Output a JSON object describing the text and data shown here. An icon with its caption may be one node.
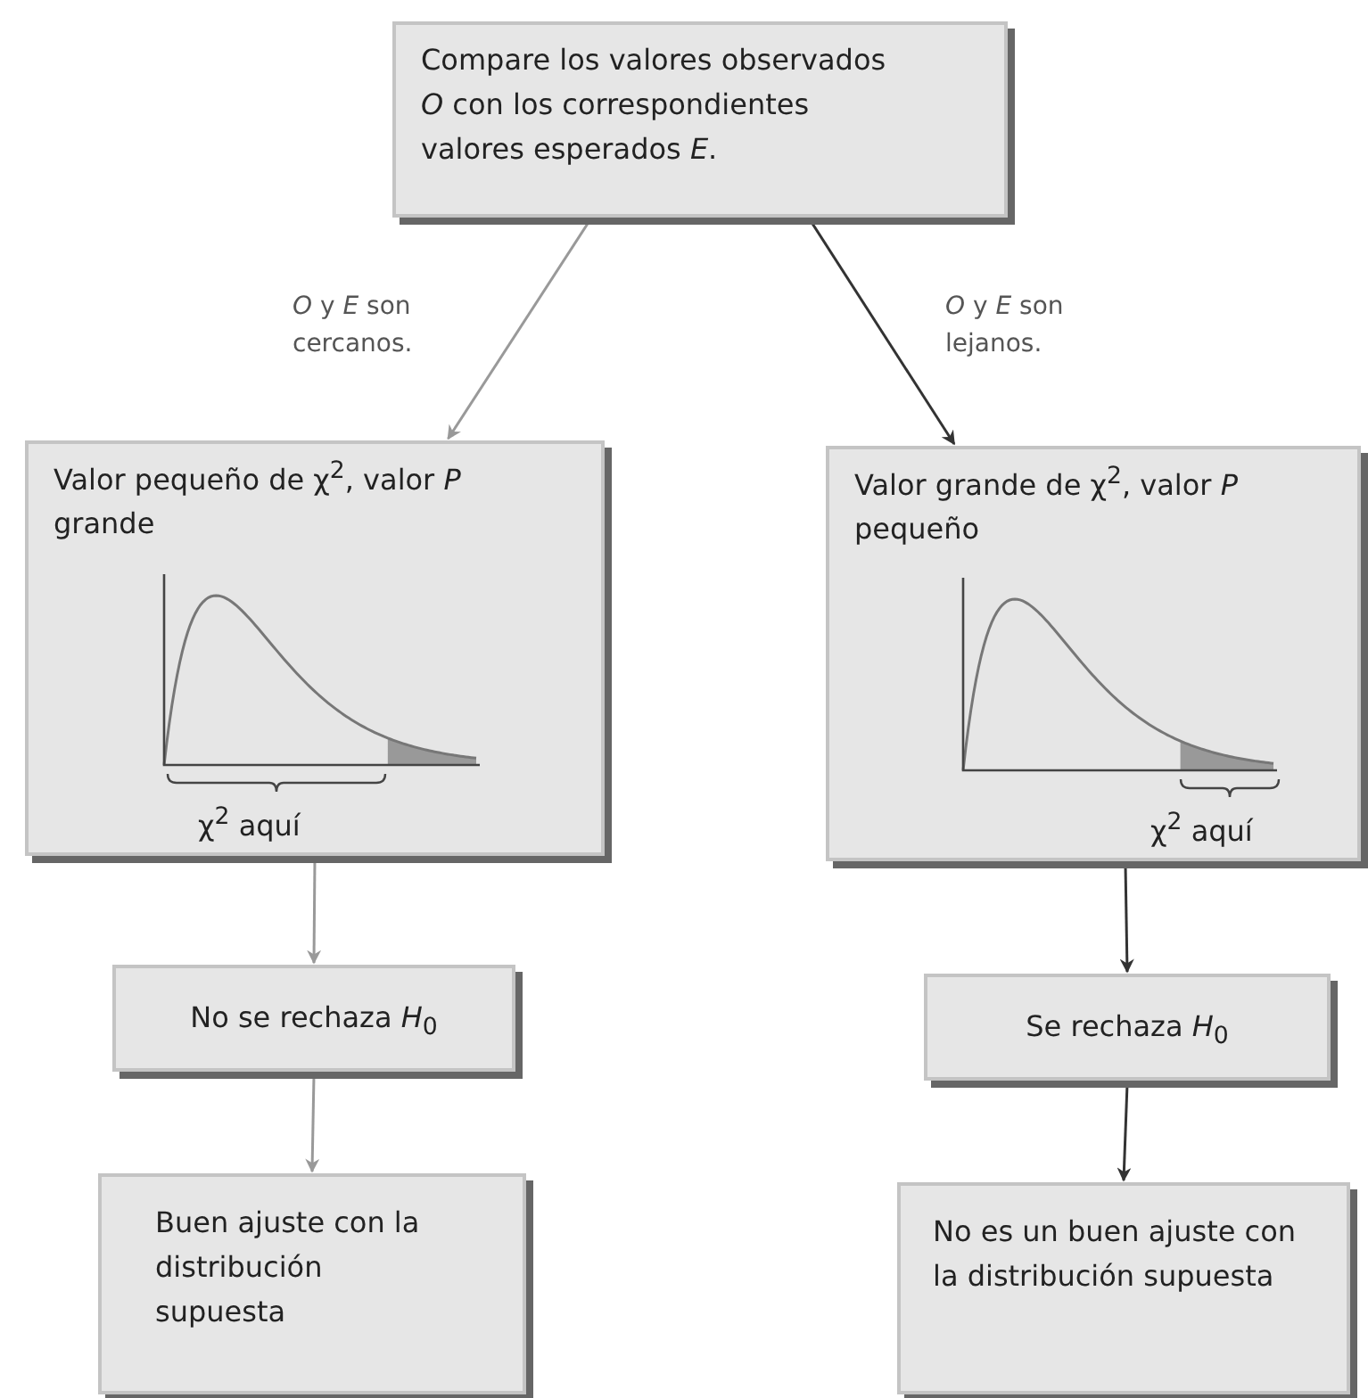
{
  "diagram": {
    "nodes": [
      {
        "text": [
          "Compare los valores observados *O* con los correspondientes valores esperados *E*."
        ]
      },
      {
        "text": [
          "Valor pequeño de χ$^{2}$, valor *P* grande",
          "χ$^{2}$ aquí"
        ]
      },
      {
        "text": [
          "Valor grande de χ$^{2}$, valor *P* pequeño",
          "χ$^{2}$ aquí"
        ]
      },
      {
        "text": [
          "No se rechaza *H*$_{0}$"
        ]
      },
      {
        "text": [
          "Se rechaza *H*$_{0}$"
        ]
      },
      {
        "text": [
          "Buen ajuste con la distribución supuesta"
        ]
      },
      {
        "text": [
          "No es un buen ajuste con la distribución supuesta"
        ]
      }
    ],
    "edges": [
      {
        "from": 0,
        "to": 1,
        "arrow": "to",
        "label": "*O* y *E* son cercanos.",
        "color": "#999999"
      },
      {
        "from": 0,
        "to": 2,
        "arrow": "to",
        "label": "*O* y *E* son lejanos.",
        "color": "#333333"
      },
      {
        "from": 1,
        "to": 3,
        "arrow": "to",
        "color": "#999999"
      },
      {
        "from": 2,
        "to": 4,
        "arrow": "to",
        "color": "#333333"
      },
      {
        "from": 3,
        "to": 5,
        "arrow": "to",
        "color": "#999999"
      },
      {
        "from": 4,
        "to": 6,
        "arrow": "to",
        "color": "#333333"
      }
    ]
  }
}
